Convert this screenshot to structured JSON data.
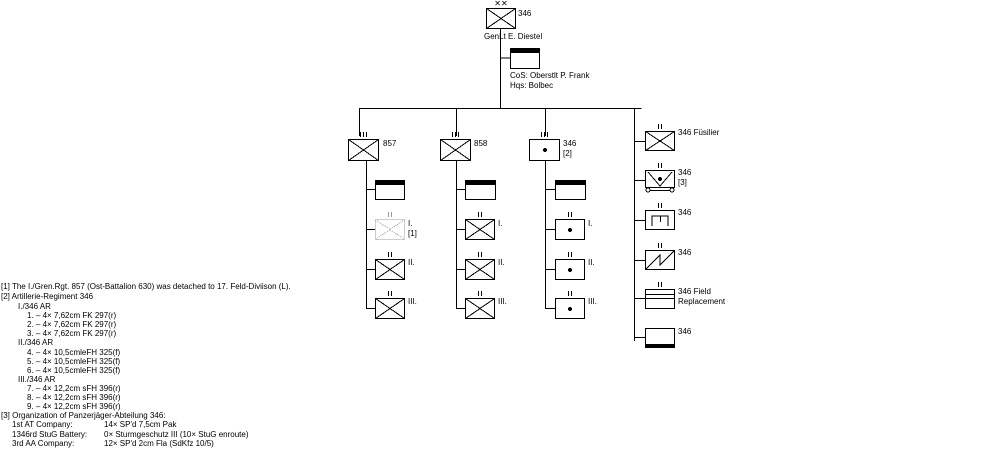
{
  "division": {
    "number": "346",
    "commander": "GenLt  E. Diestel"
  },
  "hq": {
    "cos": "CoS:  Oberstlt  P. Frank",
    "hqs": "Hqs:  Bolbec"
  },
  "regiments": [
    {
      "id": "857",
      "ref": ""
    },
    {
      "id": "858",
      "ref": ""
    },
    {
      "id": "346",
      "ref": "[2]"
    }
  ],
  "battalions": {
    "r857": [
      {
        "label": "I.",
        "ref": "[1]"
      },
      {
        "label": "II.",
        "ref": ""
      },
      {
        "label": "III.",
        "ref": ""
      }
    ],
    "r858": [
      {
        "label": "I.",
        "ref": ""
      },
      {
        "label": "II.",
        "ref": ""
      },
      {
        "label": "III.",
        "ref": ""
      }
    ],
    "r346": [
      {
        "label": "I.",
        "ref": ""
      },
      {
        "label": "II.",
        "ref": ""
      },
      {
        "label": "III.",
        "ref": ""
      }
    ]
  },
  "divisional_units": [
    {
      "label": "346 Füsilier",
      "ref": ""
    },
    {
      "label": "346",
      "ref": "[3]"
    },
    {
      "label": "346",
      "ref": ""
    },
    {
      "label": "346",
      "ref": ""
    },
    {
      "label": "346 Field",
      "ref": "Replacement"
    },
    {
      "label": "346",
      "ref": ""
    }
  ],
  "notes": [
    "[1] The I./Gren.Rgt. 857 (Ost-Battalion 630) was detached to 17. Feld-Diviison (L).",
    "[2] Artillerie-Regiment 346",
    "I./346 AR",
    "1.  –  4× 7,62cm FK 297(r)",
    "2.  –  4× 7,62cm FK 297(r)",
    "3.  –  4× 7,62cm FK 297(r)",
    "II./346 AR",
    "4.  –  4× 10,5cmleFH 325(f)",
    "5.  –  4× 10,5cmleFH 325(f)",
    "6.  –  4× 10,5cmleFH 325(f)",
    "III./346 AR",
    "7.  –  4× 12,2cm sFH 396(r)",
    "8.  –  4× 12,2cm sFH 396(r)",
    "9.  –  4× 12,2cm sFH 396(r)",
    "[3] Organization of Panzerjäger-Abteilung 346:",
    "1st AT Company:",
    "14× SP'd 7,5cm Pak",
    "1346rd StuG Battery:",
    "0× Sturmgeschutz III (10× StuG enroute)",
    "3rd AA Company:",
    "12× SP'd 2cm Fla (SdKfz 10/5)"
  ]
}
